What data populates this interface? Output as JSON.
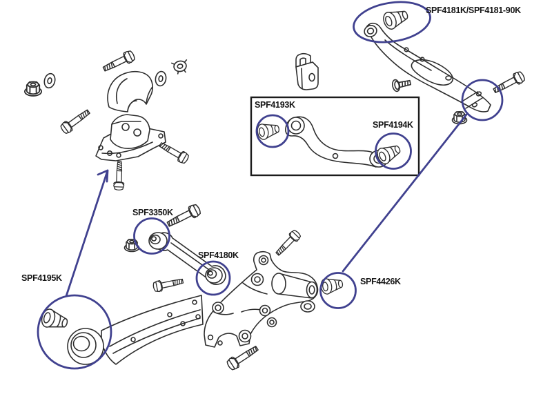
{
  "diagram": {
    "type": "exploded-parts-diagram",
    "subject": "Rear suspension arms, bushings and hardware",
    "colors": {
      "background": "#ffffff",
      "line": "#2d2d2d",
      "annotation": "#40418f",
      "label_text": "#151515",
      "inset_border": "#1c1c1c"
    },
    "labels": [
      {
        "id": "spf4181",
        "text": "SPF4181K/SPF4181-90K"
      },
      {
        "id": "spf4193",
        "text": "SPF4193K"
      },
      {
        "id": "spf4194",
        "text": "SPF4194K"
      },
      {
        "id": "spf3350",
        "text": "SPF3350K"
      },
      {
        "id": "spf4180",
        "text": "SPF4180K"
      },
      {
        "id": "spf4195",
        "text": "SPF4195K"
      },
      {
        "id": "spf4426",
        "text": "SPF4426K"
      }
    ],
    "parts": [
      "upper-control-arm",
      "inset-camber-arm",
      "toe-link",
      "hub-carrier",
      "trailing-arm",
      "mount-bracket-assembly",
      "clevis-bracket",
      "bushings",
      "bolts",
      "nuts",
      "washers"
    ]
  }
}
